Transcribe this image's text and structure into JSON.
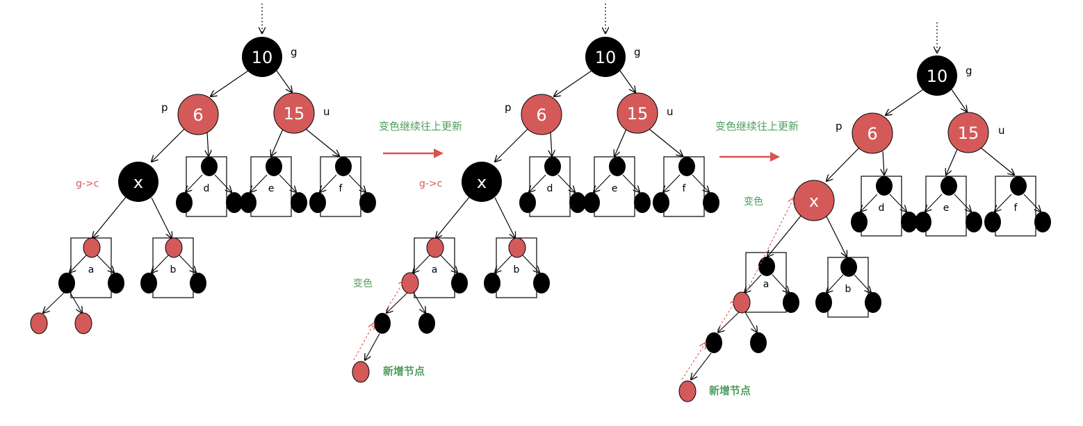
{
  "colors": {
    "red": "#d45a5a",
    "black": "#000000",
    "green_text": "#4f9d5e",
    "red_text": "#d45a5a",
    "arrow_red": "#d9534f"
  },
  "panel1": {
    "root": "10",
    "root_tag": "g",
    "parent": "6",
    "parent_tag": "p",
    "uncle": "15",
    "uncle_tag": "u",
    "x": "x",
    "x_note": "g->c",
    "sub_a": "a",
    "sub_b": "b",
    "sub_d": "d",
    "sub_e": "e",
    "sub_f": "f"
  },
  "step1": {
    "label": "变色继续往上更新"
  },
  "panel2": {
    "root": "10",
    "root_tag": "g",
    "parent": "6",
    "parent_tag": "p",
    "uncle": "15",
    "uncle_tag": "u",
    "x": "x",
    "x_note": "g->c",
    "recolor_note": "变色",
    "new_node_label": "新增节点",
    "sub_a": "a",
    "sub_b": "b",
    "sub_d": "d",
    "sub_e": "e",
    "sub_f": "f"
  },
  "step2": {
    "label": "变色继续往上更新"
  },
  "panel3": {
    "root": "10",
    "root_tag": "g",
    "parent": "6",
    "parent_tag": "p",
    "uncle": "15",
    "uncle_tag": "u",
    "x": "x",
    "recolor_note": "变色",
    "new_node_label": "新增节点",
    "sub_a": "a",
    "sub_b": "b",
    "sub_d": "d",
    "sub_e": "e",
    "sub_f": "f"
  }
}
